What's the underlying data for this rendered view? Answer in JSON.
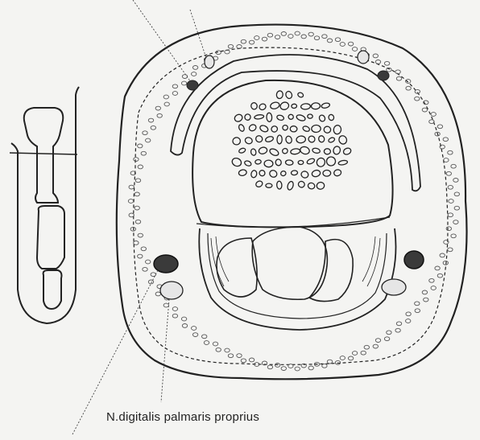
{
  "labels": {
    "nerve": "N.digitalis palmaris proprius"
  },
  "colors": {
    "background": "#f4f4f2",
    "ink": "#222222",
    "vessel_fill": "#3a3a3a",
    "nerve_fill": "#e6e6e6"
  },
  "icons": {
    "finger_outline": "finger-sagittal-section",
    "cross_section": "finger-cross-section"
  }
}
